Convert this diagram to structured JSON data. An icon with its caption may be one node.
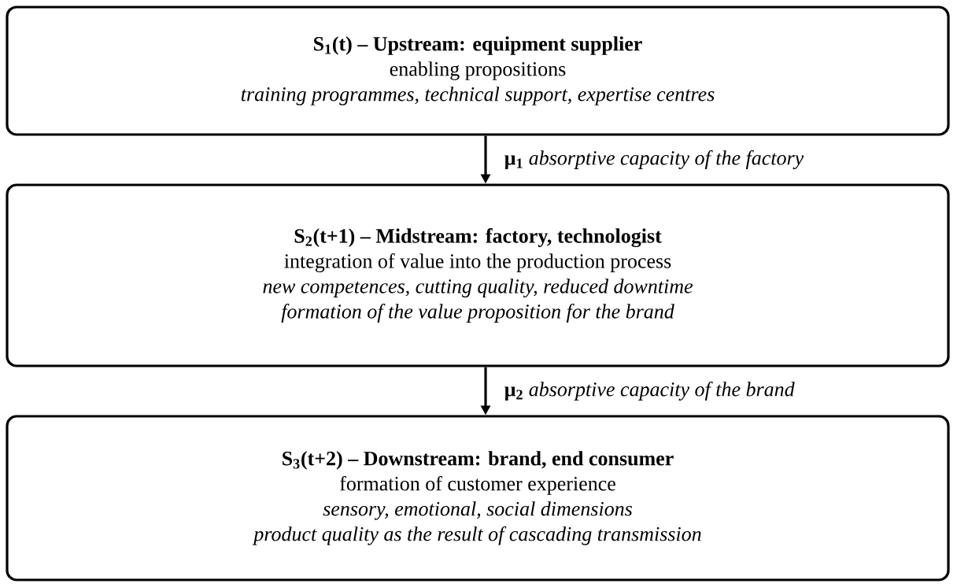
{
  "diagram": {
    "nodes": [
      {
        "text": [
          "S$_{1}$(t) – Upstream: equipment supplier",
          "enabling propositions",
          "training programmes, technical support, expertise centres"
        ]
      },
      {
        "text": [
          "S$_{2}$(t+1) – Midstream: factory, technologist",
          "integration of value into the production process",
          "new competences, cutting quality, reduced downtime",
          "formation of the value proposition for the brand"
        ]
      },
      {
        "text": [
          "S$_{3}$(t+2) – Downstream: brand, end consumer",
          "formation of customer experience",
          "sensory, emotional, social dimensions",
          "product quality as the result of cascading transmission"
        ]
      }
    ],
    "edges": [
      {
        "from": 0,
        "to": 1,
        "arrow": "to",
        "label": "**μ$_{1}$** *absorptive capacity of the factory*"
      },
      {
        "from": 1,
        "to": 2,
        "arrow": "to",
        "label": "**μ$_{2}$** *absorptive capacity of the brand*"
      }
    ]
  }
}
